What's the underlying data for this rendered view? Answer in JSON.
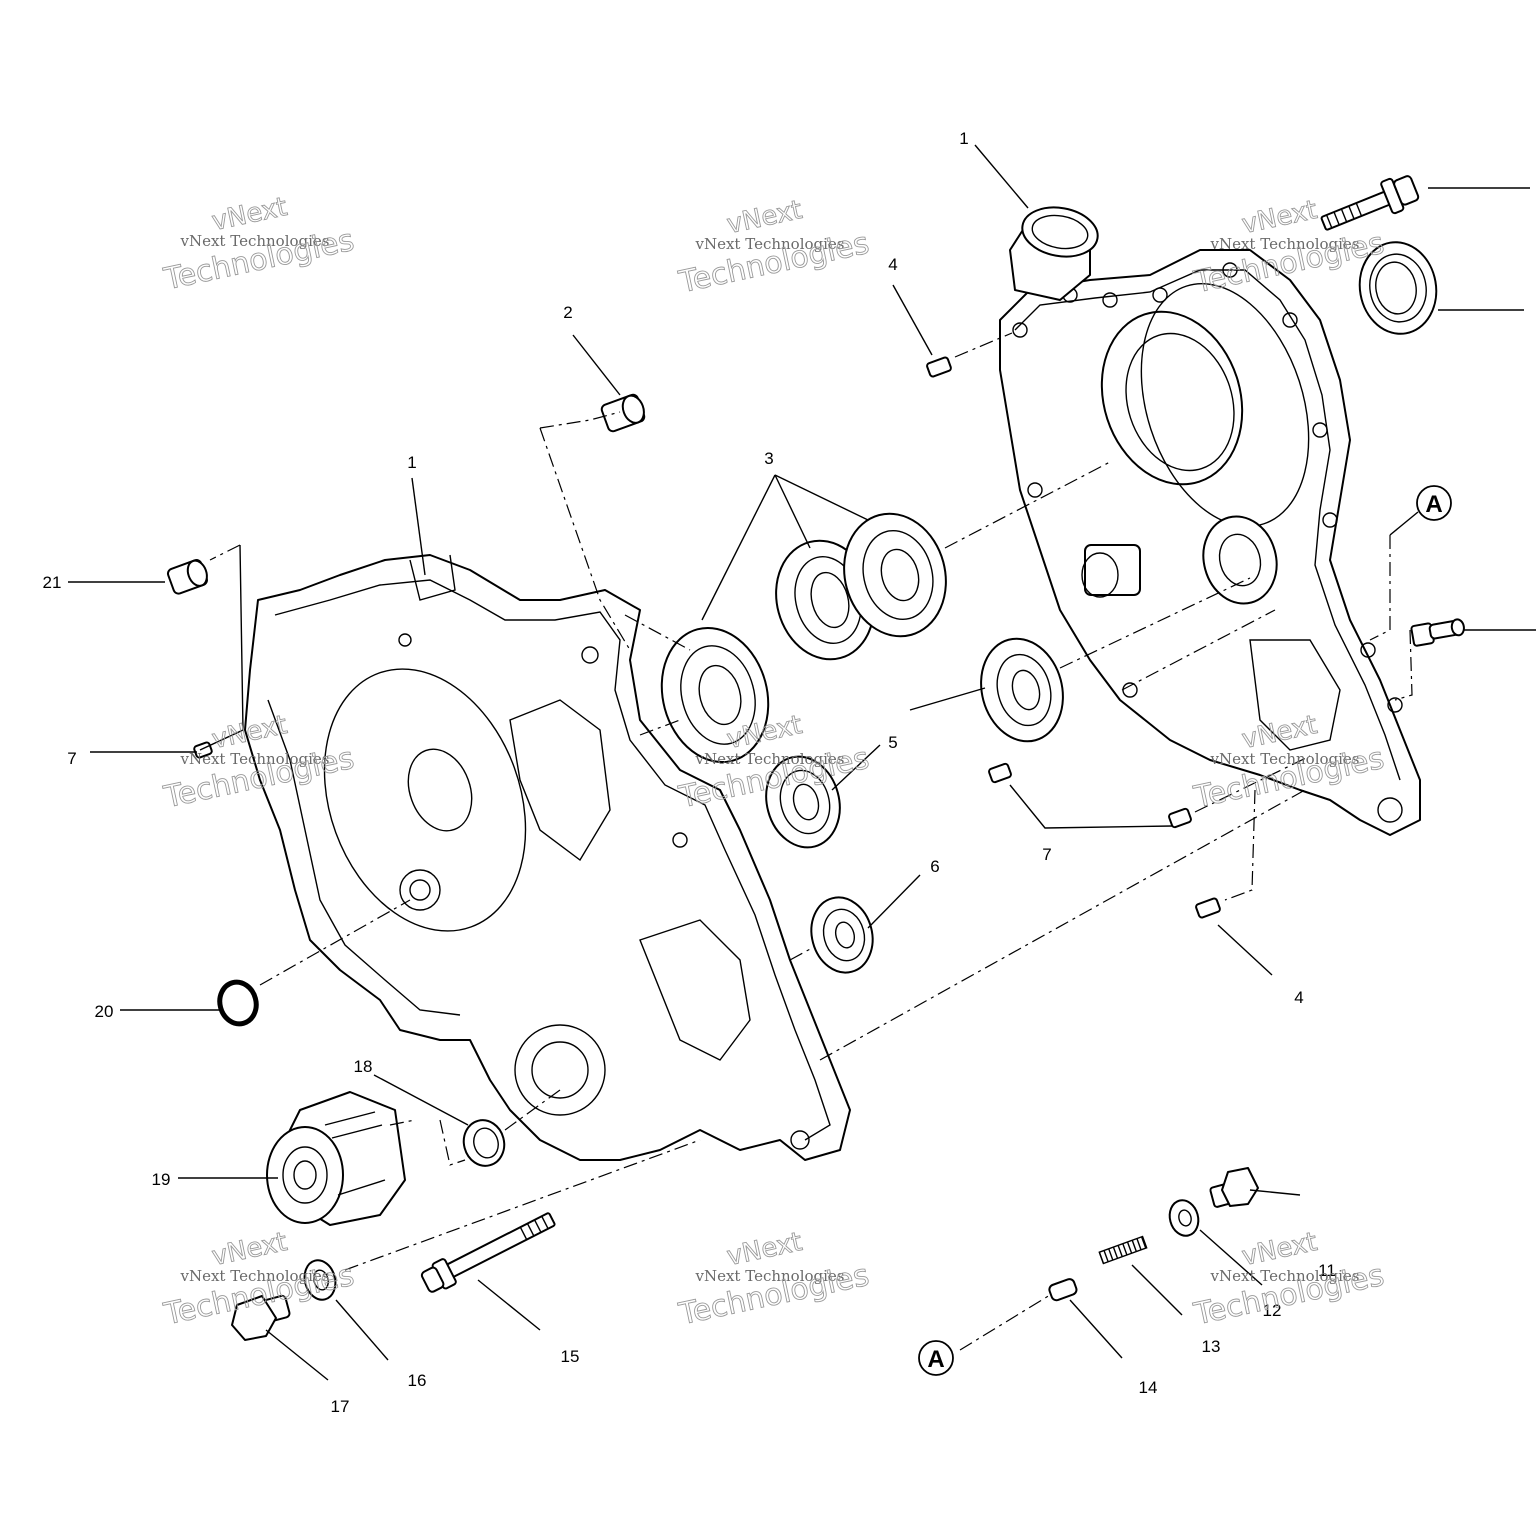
{
  "diagram": {
    "callouts": {
      "c1a": "1",
      "c1b": "1",
      "c2": "2",
      "c3": "3",
      "c4a": "4",
      "c4b": "4",
      "c5": "5",
      "c6": "6",
      "c7a": "7",
      "c7b": "7",
      "c11": "11",
      "c12": "12",
      "c13": "13",
      "c14": "14",
      "c15": "15",
      "c16": "16",
      "c17": "17",
      "c18": "18",
      "c19": "19",
      "c20": "20",
      "c21": "21"
    },
    "references": {
      "a_upper": "A",
      "a_lower": "A"
    },
    "watermark": {
      "line1": "vNext",
      "line2": "vNext Technologies",
      "line3": "Technologies"
    }
  }
}
